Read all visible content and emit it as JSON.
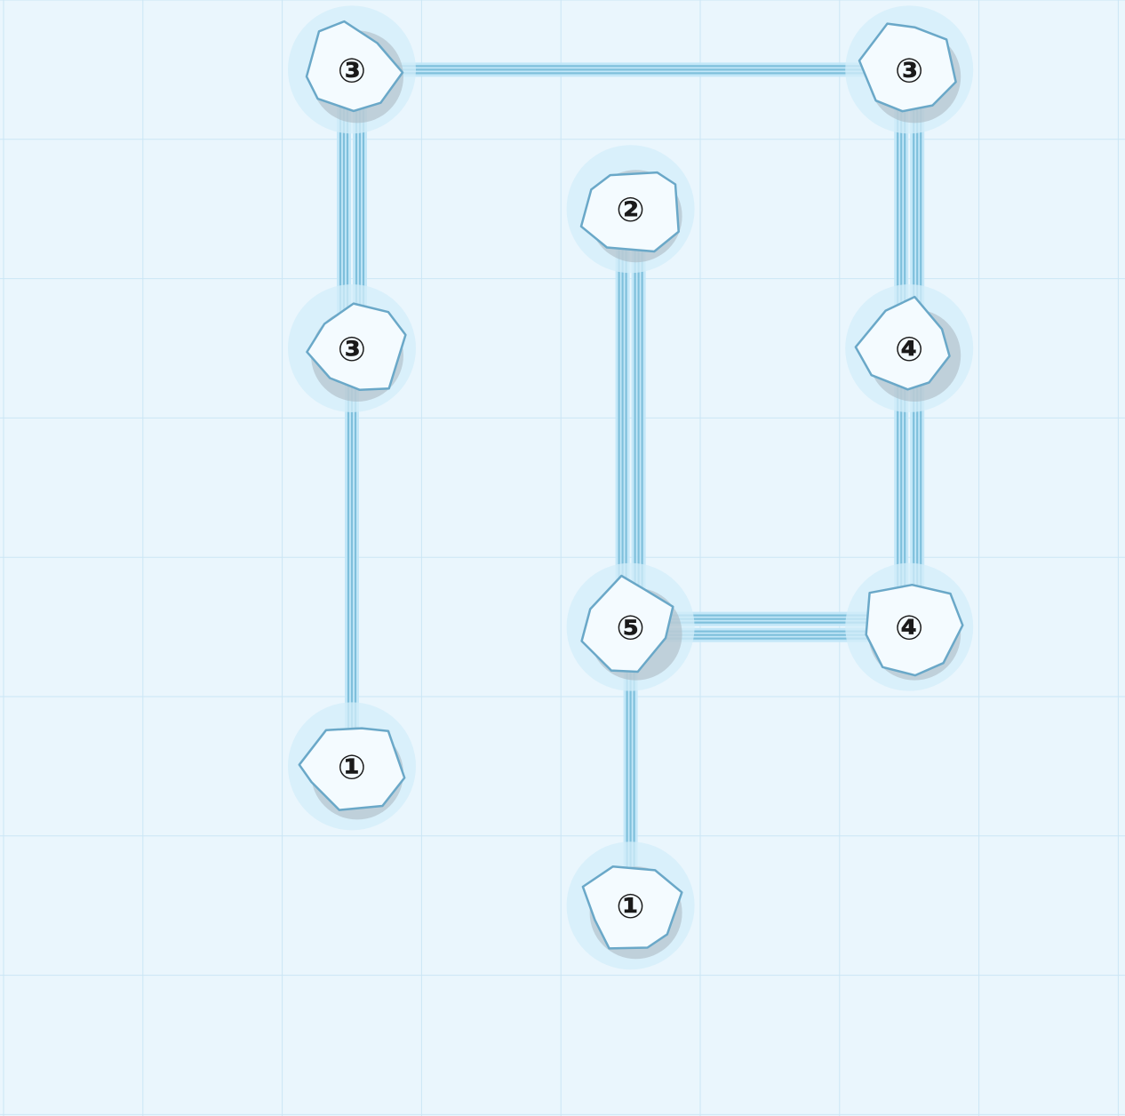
{
  "puzzle": {
    "type": "hashiwokakero",
    "grid": {
      "cols": 8,
      "rows": 8
    },
    "colors": {
      "background": "#eaf6fd",
      "grid_line": "#cbe6f5",
      "bridge": "#7fc0dc",
      "bridge_glow": "#bfe6f8",
      "island_fill": "#f4fbff",
      "island_stroke": "#6aa8c8",
      "island_halo": "#d3edfa",
      "island_shadow": "#a9b7c0",
      "label": "#1a1a1a"
    },
    "islands": [
      {
        "id": "a",
        "col": 2,
        "row": 0,
        "label": "③"
      },
      {
        "id": "b",
        "col": 6,
        "row": 0,
        "label": "③"
      },
      {
        "id": "c",
        "col": 4,
        "row": 1,
        "label": "②"
      },
      {
        "id": "d",
        "col": 2,
        "row": 2,
        "label": "③"
      },
      {
        "id": "e",
        "col": 6,
        "row": 2,
        "label": "④"
      },
      {
        "id": "f",
        "col": 4,
        "row": 4,
        "label": "⑤"
      },
      {
        "id": "g",
        "col": 6,
        "row": 4,
        "label": "④"
      },
      {
        "id": "h",
        "col": 2,
        "row": 5,
        "label": "①"
      },
      {
        "id": "i",
        "col": 4,
        "row": 6,
        "label": "①"
      }
    ],
    "bridges": [
      {
        "from": "a",
        "to": "b",
        "count": 1
      },
      {
        "from": "a",
        "to": "d",
        "count": 2
      },
      {
        "from": "b",
        "to": "e",
        "count": 2
      },
      {
        "from": "d",
        "to": "h",
        "count": 1
      },
      {
        "from": "c",
        "to": "f",
        "count": 2
      },
      {
        "from": "e",
        "to": "g",
        "count": 2
      },
      {
        "from": "f",
        "to": "g",
        "count": 2
      },
      {
        "from": "f",
        "to": "i",
        "count": 1
      }
    ]
  }
}
